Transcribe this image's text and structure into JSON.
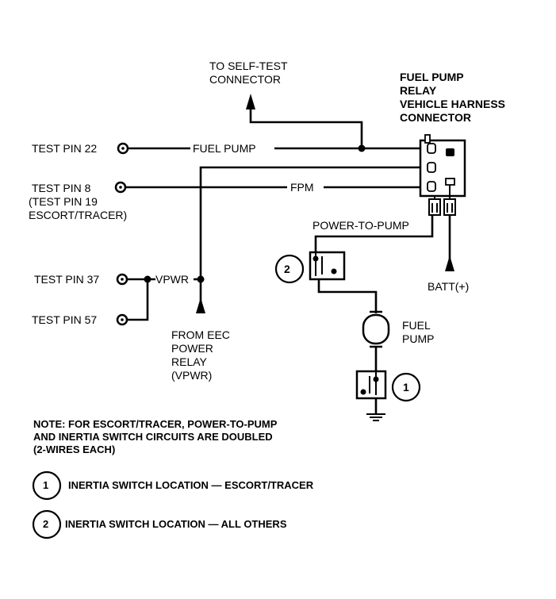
{
  "labels": {
    "self_test": [
      "TO SELF-TEST",
      "CONNECTOR"
    ],
    "relay_header": [
      "FUEL PUMP",
      "RELAY",
      "VEHICLE HARNESS",
      "CONNECTOR"
    ],
    "test_pin_22": "TEST PIN 22",
    "fuel_pump_wire": "FUEL PUMP",
    "test_pin_8": "TEST PIN 8",
    "test_pin_19": [
      "(TEST PIN 19",
      "ESCORT/TRACER)"
    ],
    "fpm_wire": "FPM",
    "power_to_pump": "POWER-TO-PUMP",
    "test_pin_37": "TEST PIN 37",
    "vpwr": "VPWR",
    "test_pin_57": "TEST PIN 57",
    "batt": "BATT(+)",
    "eec_relay": [
      "FROM EEC",
      "POWER",
      "RELAY",
      "(VPWR)"
    ],
    "fuel_pump_motor": [
      "FUEL",
      "PUMP"
    ],
    "callout_1": "1",
    "callout_2": "2"
  },
  "notes": {
    "note": [
      "NOTE: FOR ESCORT/TRACER, POWER-TO-PUMP",
      "AND INERTIA SWITCH CIRCUITS ARE DOUBLED",
      "(2-WIRES EACH)"
    ],
    "legend": [
      {
        "num": "1",
        "text": "INERTIA SWITCH LOCATION — ESCORT/TRACER"
      },
      {
        "num": "2",
        "text": "INERTIA SWITCH LOCATION — ALL OTHERS"
      }
    ]
  }
}
